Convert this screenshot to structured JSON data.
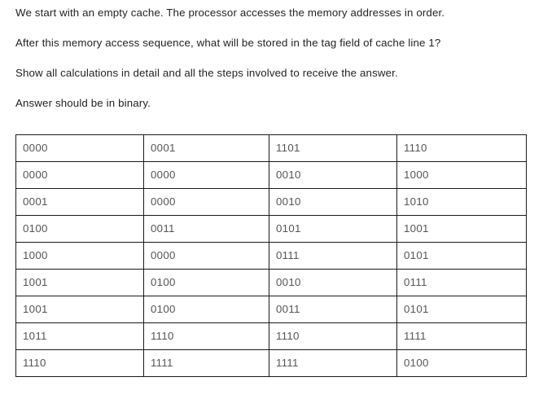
{
  "question": {
    "lines": [
      "We start with an empty cache. The processor accesses the memory addresses in order.",
      "After this memory access sequence, what will be stored in the tag field of cache line 1?",
      "Show all calculations in detail and all the steps involved to receive the answer.",
      "Answer should be in binary."
    ]
  },
  "address_table": {
    "rows": [
      [
        "0000",
        "0001",
        "1101",
        "1110"
      ],
      [
        "0000",
        "0000",
        "0010",
        "1000"
      ],
      [
        "0001",
        "0000",
        "0010",
        "1010"
      ],
      [
        "0100",
        "0011",
        "0101",
        "1001"
      ],
      [
        "1000",
        "0000",
        "0111",
        "0101"
      ],
      [
        "1001",
        "0100",
        "0010",
        "0111"
      ],
      [
        "1001",
        "0100",
        "0011",
        "0101"
      ],
      [
        "1011",
        "1110",
        "1110",
        "1111"
      ],
      [
        "1110",
        "1111",
        "1111",
        "0100"
      ]
    ]
  },
  "colors": {
    "prose_text": "#232323",
    "table_text": "#555555",
    "table_border": "#1a1a1a",
    "background": "#ffffff"
  }
}
